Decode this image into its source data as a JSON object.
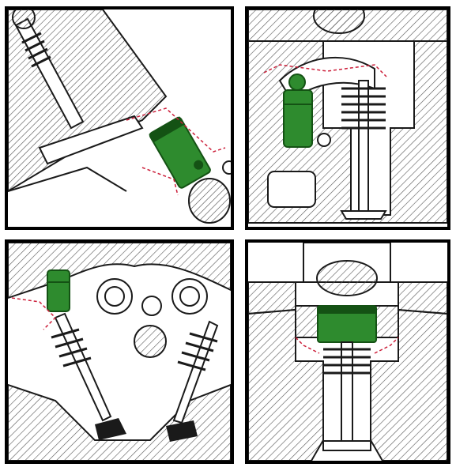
{
  "figure": {
    "panels": [
      {
        "id": "p1",
        "mechanism": "rocker-arm-with-hydraulic-lifter"
      },
      {
        "id": "p2",
        "mechanism": "pushrod-lifter-beside-valve"
      },
      {
        "id": "p3",
        "mechanism": "dual-valve-rocker-heads"
      },
      {
        "id": "p4",
        "mechanism": "direct-acting-bucket-tappet"
      }
    ],
    "colors": {
      "frame": "#000000",
      "outline": "#1a1a1a",
      "hatch": "#555555",
      "component_fill": "#2e8b2e",
      "component_dark": "#145214",
      "oil_path": "#cc1f3a",
      "background": "#ffffff"
    }
  }
}
